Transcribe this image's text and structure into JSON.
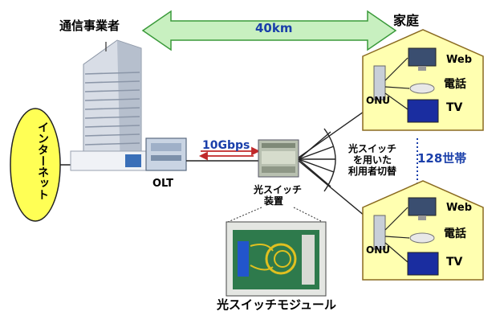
{
  "labels": {
    "carrier": "通信事業者",
    "distance": "40km",
    "home": "家庭",
    "internet": "インターネット",
    "olt": "OLT",
    "speed": "10Gbps",
    "switch_device_line1": "光スイッチ",
    "switch_device_line2": "装置",
    "switch_usage_line1": "光スイッチ",
    "switch_usage_line2": "を用いた",
    "switch_usage_line3": "利用者切替",
    "households": "128世帯",
    "module": "光スイッチモジュール"
  },
  "homes": [
    {
      "onu": "ONU",
      "web": "Web",
      "phone": "電話",
      "tv": "TV"
    },
    {
      "onu": "ONU",
      "web": "Web",
      "phone": "電話",
      "tv": "TV"
    }
  ],
  "colors": {
    "arrow_fill": "#c8f0c0",
    "arrow_stroke": "#3a9a3a",
    "house_fill": "#ffffb0",
    "house_stroke": "#8a6a20",
    "internet_fill": "#ffff55",
    "speed_arrow": "#c0282a",
    "accent_blue": "#1a3faa"
  }
}
